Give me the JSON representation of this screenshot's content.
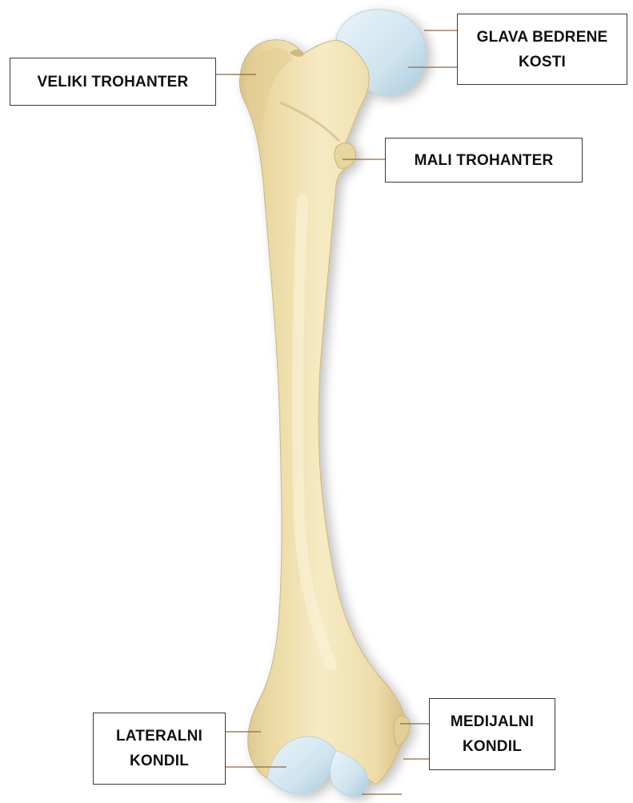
{
  "diagram": {
    "bone_color": "#F3E6B6",
    "cartilage_color": "#D4E8F2",
    "leader_color": "#8A6A4A"
  },
  "labels": {
    "greater_trochanter": "VELIKI TROHANTER",
    "femoral_head_line1": "GLAVA BEDRENE",
    "femoral_head_line2": "KOSTI",
    "lesser_trochanter": "MALI TROHANTER",
    "lateral_condyle_line1": "LATERALNI",
    "lateral_condyle_line2": "KONDIL",
    "medial_condyle_line1": "MEDIJALNI",
    "medial_condyle_line2": "KONDIL"
  }
}
